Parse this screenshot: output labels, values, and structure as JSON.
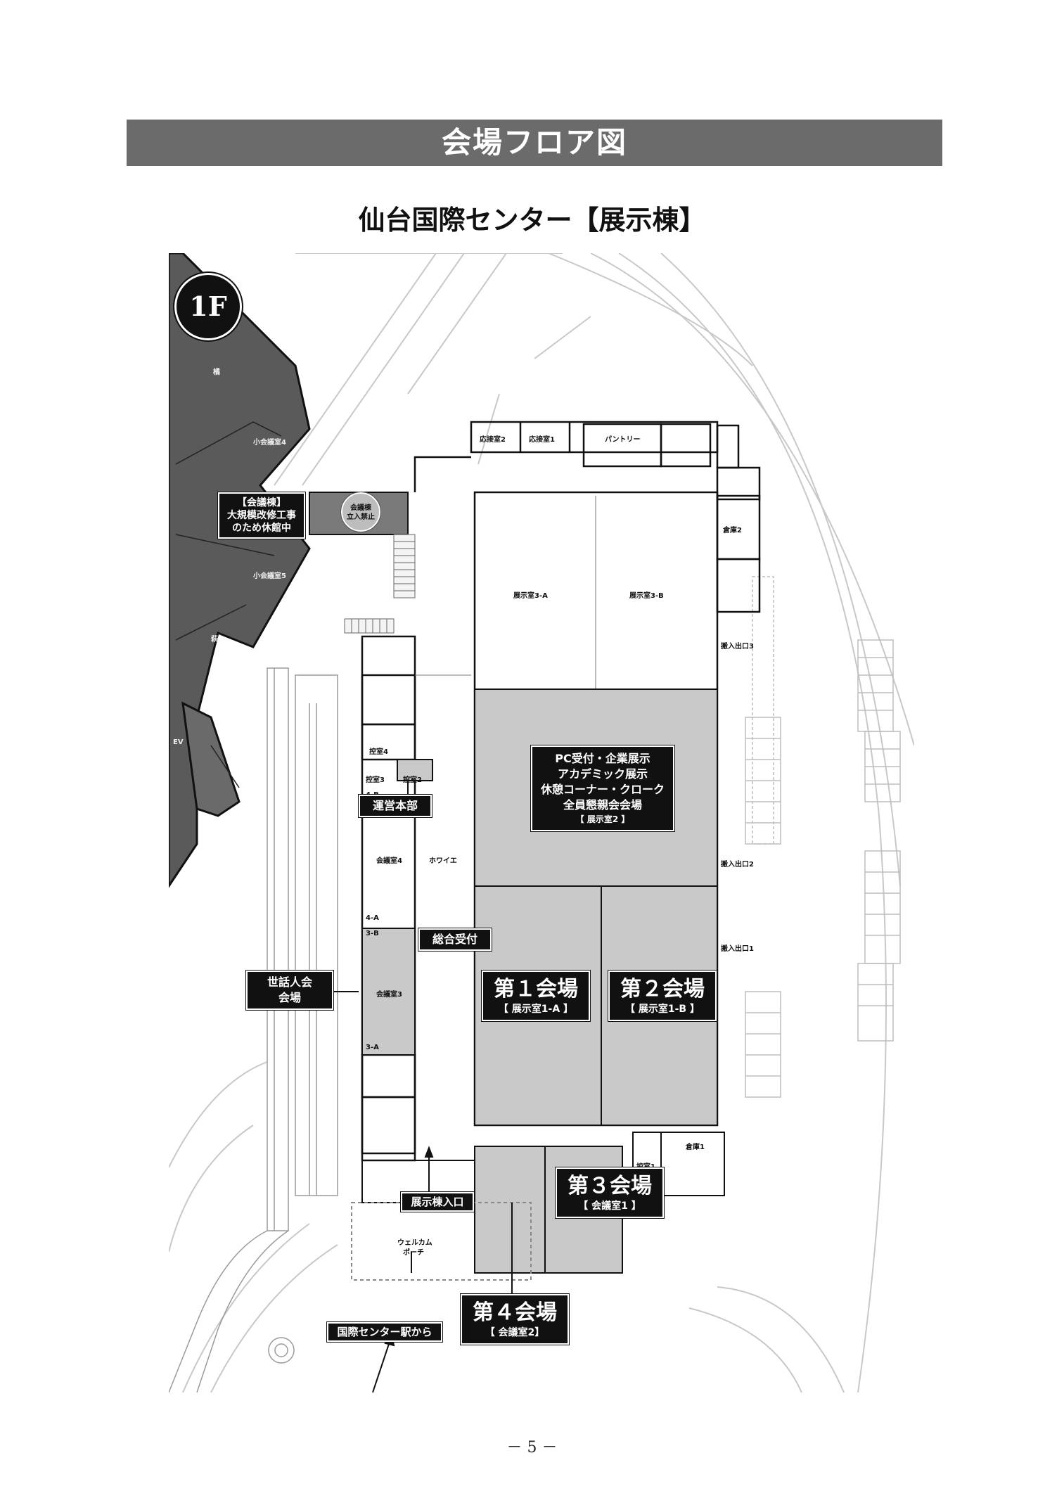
{
  "header": {
    "banner": "会場フロア図",
    "subtitle": "仙台国際センター【展示棟】"
  },
  "floor_label": "1F",
  "conference_building": {
    "name": "【会議棟】",
    "line1": "大規模改修工事",
    "line2": "のため休館中",
    "rooms": [
      "橘",
      "小会議室4",
      "小会議室5",
      "萩",
      "EV"
    ]
  },
  "no_entry": {
    "line1": "会議棟",
    "line2": "立入禁止"
  },
  "rooms": {
    "reception2": "応接室2",
    "reception1": "応接室1",
    "pantry": "パントリー",
    "storage2": "倉庫2",
    "hall3a": "展示室3-A",
    "hall3b": "展示室3-B",
    "loading3": "搬入出口3",
    "loading2": "搬入出口2",
    "loading1": "搬入出口1",
    "waiting4": "控室4",
    "waiting3": "控室3",
    "waiting2": "控室2",
    "conf4b": "4-B",
    "conf4": "会議室4",
    "conf4a": "4-A",
    "conf3b": "3-B",
    "conf3": "会議室3",
    "conf3a": "3-A",
    "foyer": "ホワイエ",
    "waiting1": "控室1",
    "storage1": "倉庫1",
    "welcome1": "ウェルカム",
    "welcome2": "ポーチ"
  },
  "callouts": {
    "main_hall": {
      "line1": "PC受付・企業展示",
      "line2": "アカデミック展示",
      "line3": "休憩コーナー・クローク",
      "line4": "全員懇親会会場",
      "sub": "【 展示室2 】"
    },
    "hq": "運営本部",
    "general_reception": "総合受付",
    "organizer_venue_1": "世話人会",
    "organizer_venue_2": "会場",
    "venue1": {
      "title": "第１会場",
      "sub": "【 展示室1-A 】"
    },
    "venue2": {
      "title": "第２会場",
      "sub": "【 展示室1-B 】"
    },
    "venue3": {
      "title": "第３会場",
      "sub": "【 会議室1 】"
    },
    "venue4": {
      "title": "第４会場",
      "sub": "【 会議室2】"
    },
    "entrance": "展示棟入口",
    "from_station": "国際センター駅から"
  },
  "footer": {
    "page": "－ 5 －"
  }
}
